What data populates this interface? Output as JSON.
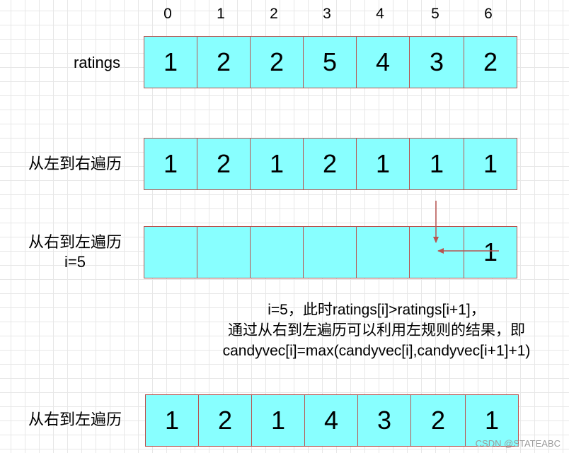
{
  "indices": [
    "0",
    "1",
    "2",
    "3",
    "4",
    "5",
    "6"
  ],
  "rows": [
    {
      "label_lines": [
        "ratings"
      ],
      "values": [
        "1",
        "2",
        "2",
        "5",
        "4",
        "3",
        "2"
      ]
    },
    {
      "label_lines": [
        "从左到右遍历"
      ],
      "values": [
        "1",
        "2",
        "1",
        "2",
        "1",
        "1",
        "1"
      ]
    },
    {
      "label_lines": [
        "从右到左遍历",
        "i=5"
      ],
      "values": [
        "",
        "",
        "",
        "",
        "",
        "",
        "1"
      ]
    },
    {
      "label_lines": [
        "从右到左遍历"
      ],
      "values": [
        "1",
        "2",
        "1",
        "4",
        "3",
        "2",
        "1"
      ]
    }
  ],
  "note_lines": [
    "i=5，此时ratings[i]>ratings[i+1]，",
    "通过从右到左遍历可以利用左规则的结果，即",
    "candyvec[i]=max(candyvec[i],candyvec[i+1]+1)"
  ],
  "colors": {
    "cell_fill": "#88ffff",
    "cell_border": "#b85450",
    "arrow": "#b85450"
  },
  "watermark": "CSDN @STATEABC"
}
